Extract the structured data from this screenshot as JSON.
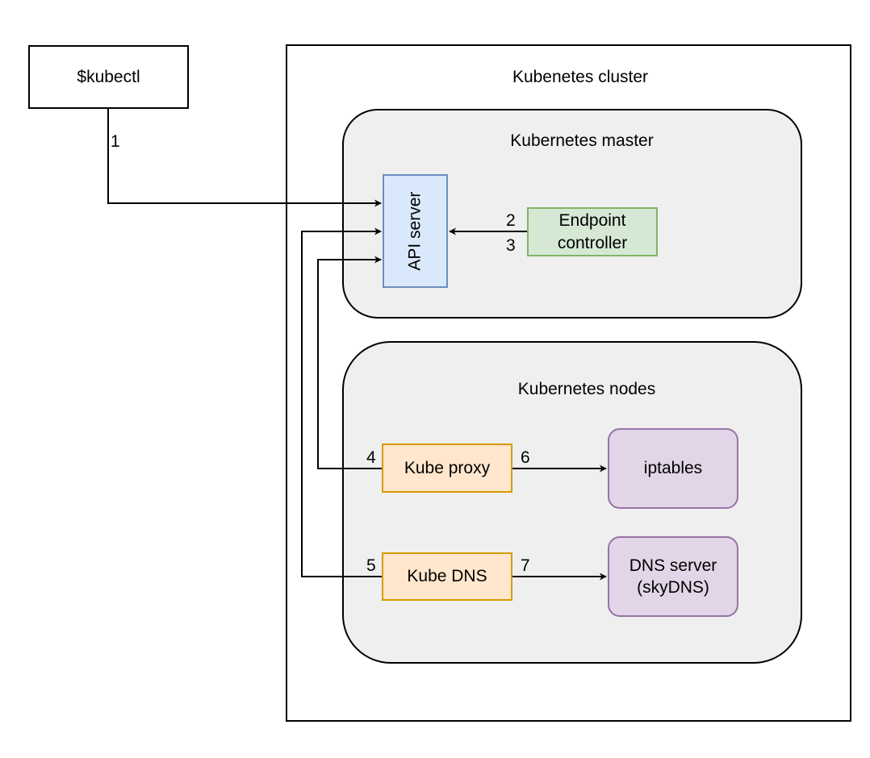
{
  "kubectl": {
    "label": "$kubectl"
  },
  "cluster": {
    "title": "Kubenetes cluster"
  },
  "master": {
    "title": "Kubernetes master",
    "api_server": "API server",
    "endpoint_controller": {
      "line1": "Endpoint",
      "line2": "controller"
    }
  },
  "nodes": {
    "title": "Kubernetes nodes",
    "kube_proxy": "Kube proxy",
    "kube_dns": "Kube DNS",
    "iptables": "iptables",
    "dns_server": {
      "line1": "DNS server",
      "line2": "(skyDNS)"
    }
  },
  "step_labels": {
    "s1": "1",
    "s2": "2",
    "s3": "3",
    "s4": "4",
    "s5": "5",
    "s6": "6",
    "s7": "7"
  },
  "colors": {
    "api_server_fill": "#dae8fc",
    "api_server_stroke": "#6c8ebf",
    "endpoint_fill": "#d5e8d4",
    "endpoint_stroke": "#82b366",
    "kube_component_fill": "#ffe6cc",
    "kube_component_stroke": "#d79b00",
    "node_target_fill": "#e1d5e7",
    "node_target_stroke": "#9673a6",
    "group_fill": "#efefef"
  }
}
